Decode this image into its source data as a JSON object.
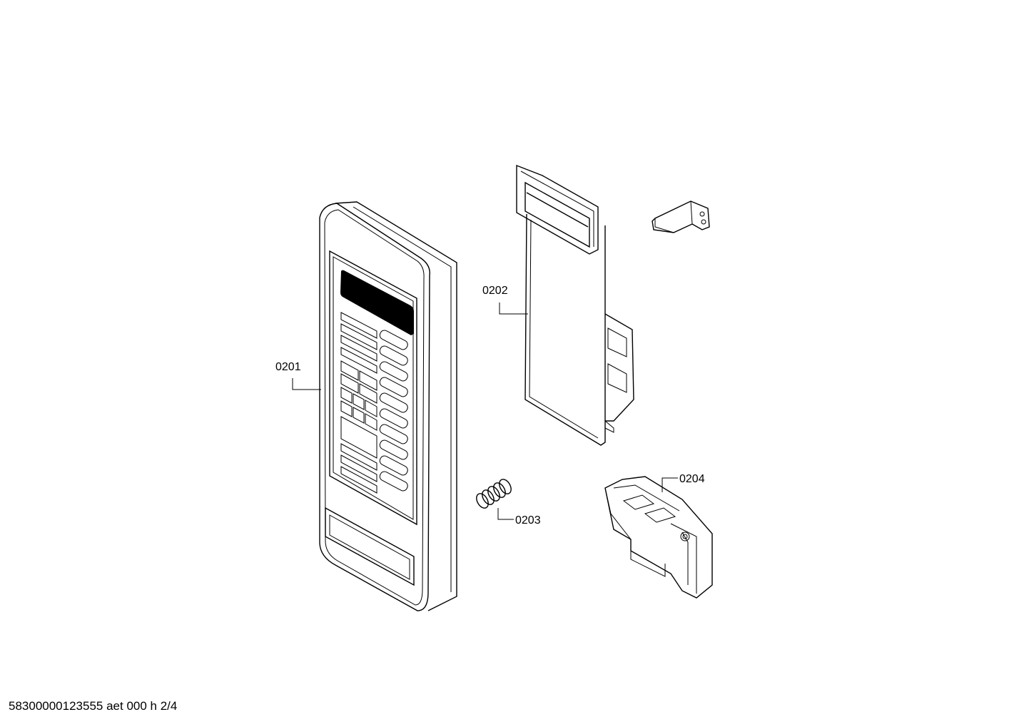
{
  "parts": [
    {
      "id": "0201",
      "label": "0201",
      "name": "control panel fascia"
    },
    {
      "id": "0202",
      "label": "0202",
      "name": "circuit board cover"
    },
    {
      "id": "0203",
      "label": "0203",
      "name": "spring"
    },
    {
      "id": "0204",
      "label": "0204",
      "name": "door latch"
    }
  ],
  "footer": "58300000123555 aet 000 h 2/4"
}
